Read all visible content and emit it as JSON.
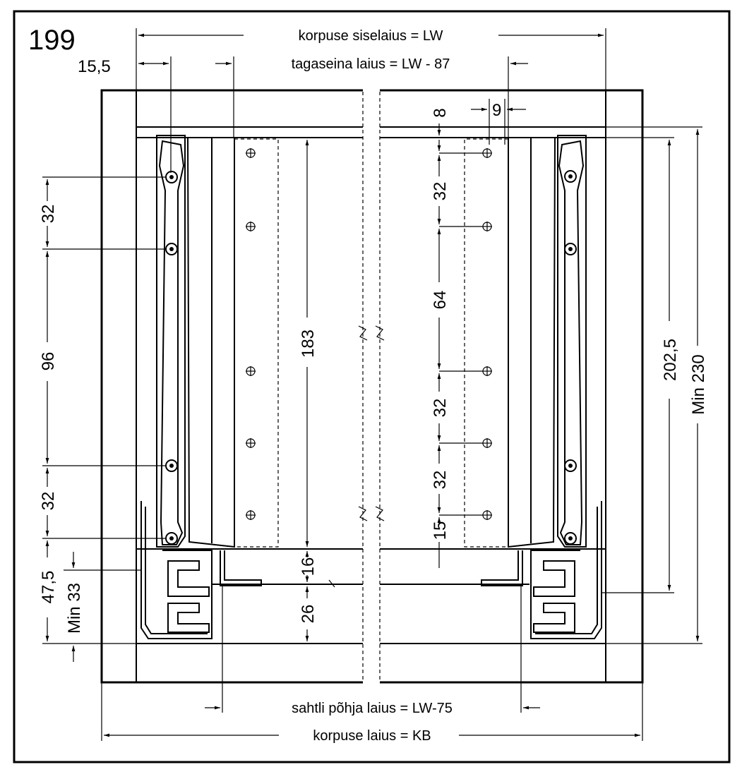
{
  "drawing_number": "199",
  "labels": {
    "top_width": "korpuse siselaius = LW",
    "back_width": "tagaseina laius = LW - 87",
    "bottom_width": "sahtli põhja laius = LW-75",
    "carcass_width": "korpuse laius = KB"
  },
  "dimensions": {
    "d15_5": "15,5",
    "d9": "9",
    "d8": "8",
    "left_32_top": "32",
    "left_96": "96",
    "left_32_bottom": "32",
    "left_47_5": "47,5",
    "left_min33": "Min 33",
    "center_183": "183",
    "center_16": "16",
    "center_26": "26",
    "right_32_a": "32",
    "right_64": "64",
    "right_32_b": "32",
    "right_32_c": "32",
    "right_15": "15",
    "right_202_5": "202,5",
    "right_min230": "Min 230"
  }
}
